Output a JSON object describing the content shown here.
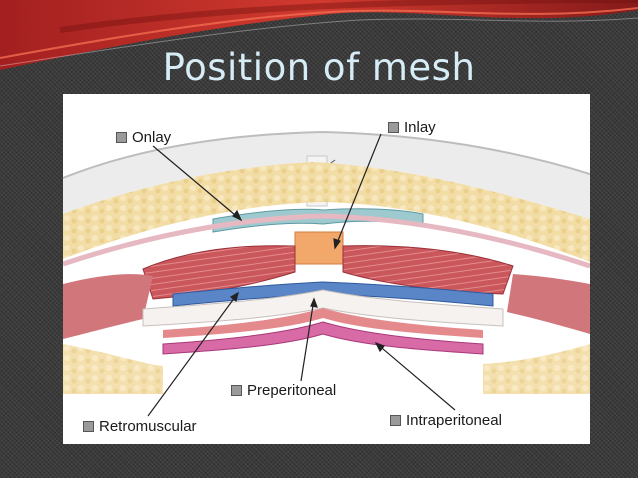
{
  "slide": {
    "title": "Position of mesh"
  },
  "labels": {
    "onlay": "Onlay",
    "inlay": "Inlay",
    "preperitoneal": "Preperitoneal",
    "retromuscular": "Retromuscular",
    "intraperitoneal": "Intraperitoneal"
  },
  "colors": {
    "background": "#3a3a3a",
    "title": "#d6ecf6",
    "banner_red": "#c62a2a",
    "onlay_mesh": "#9ec9cf",
    "inlay_mesh": "#f2a86a",
    "retromuscular_mesh": "#5a86c8",
    "intraperitoneal_mesh": "#d86aa6",
    "muscle": "#c7545a",
    "fat": "#f2d9a0"
  }
}
